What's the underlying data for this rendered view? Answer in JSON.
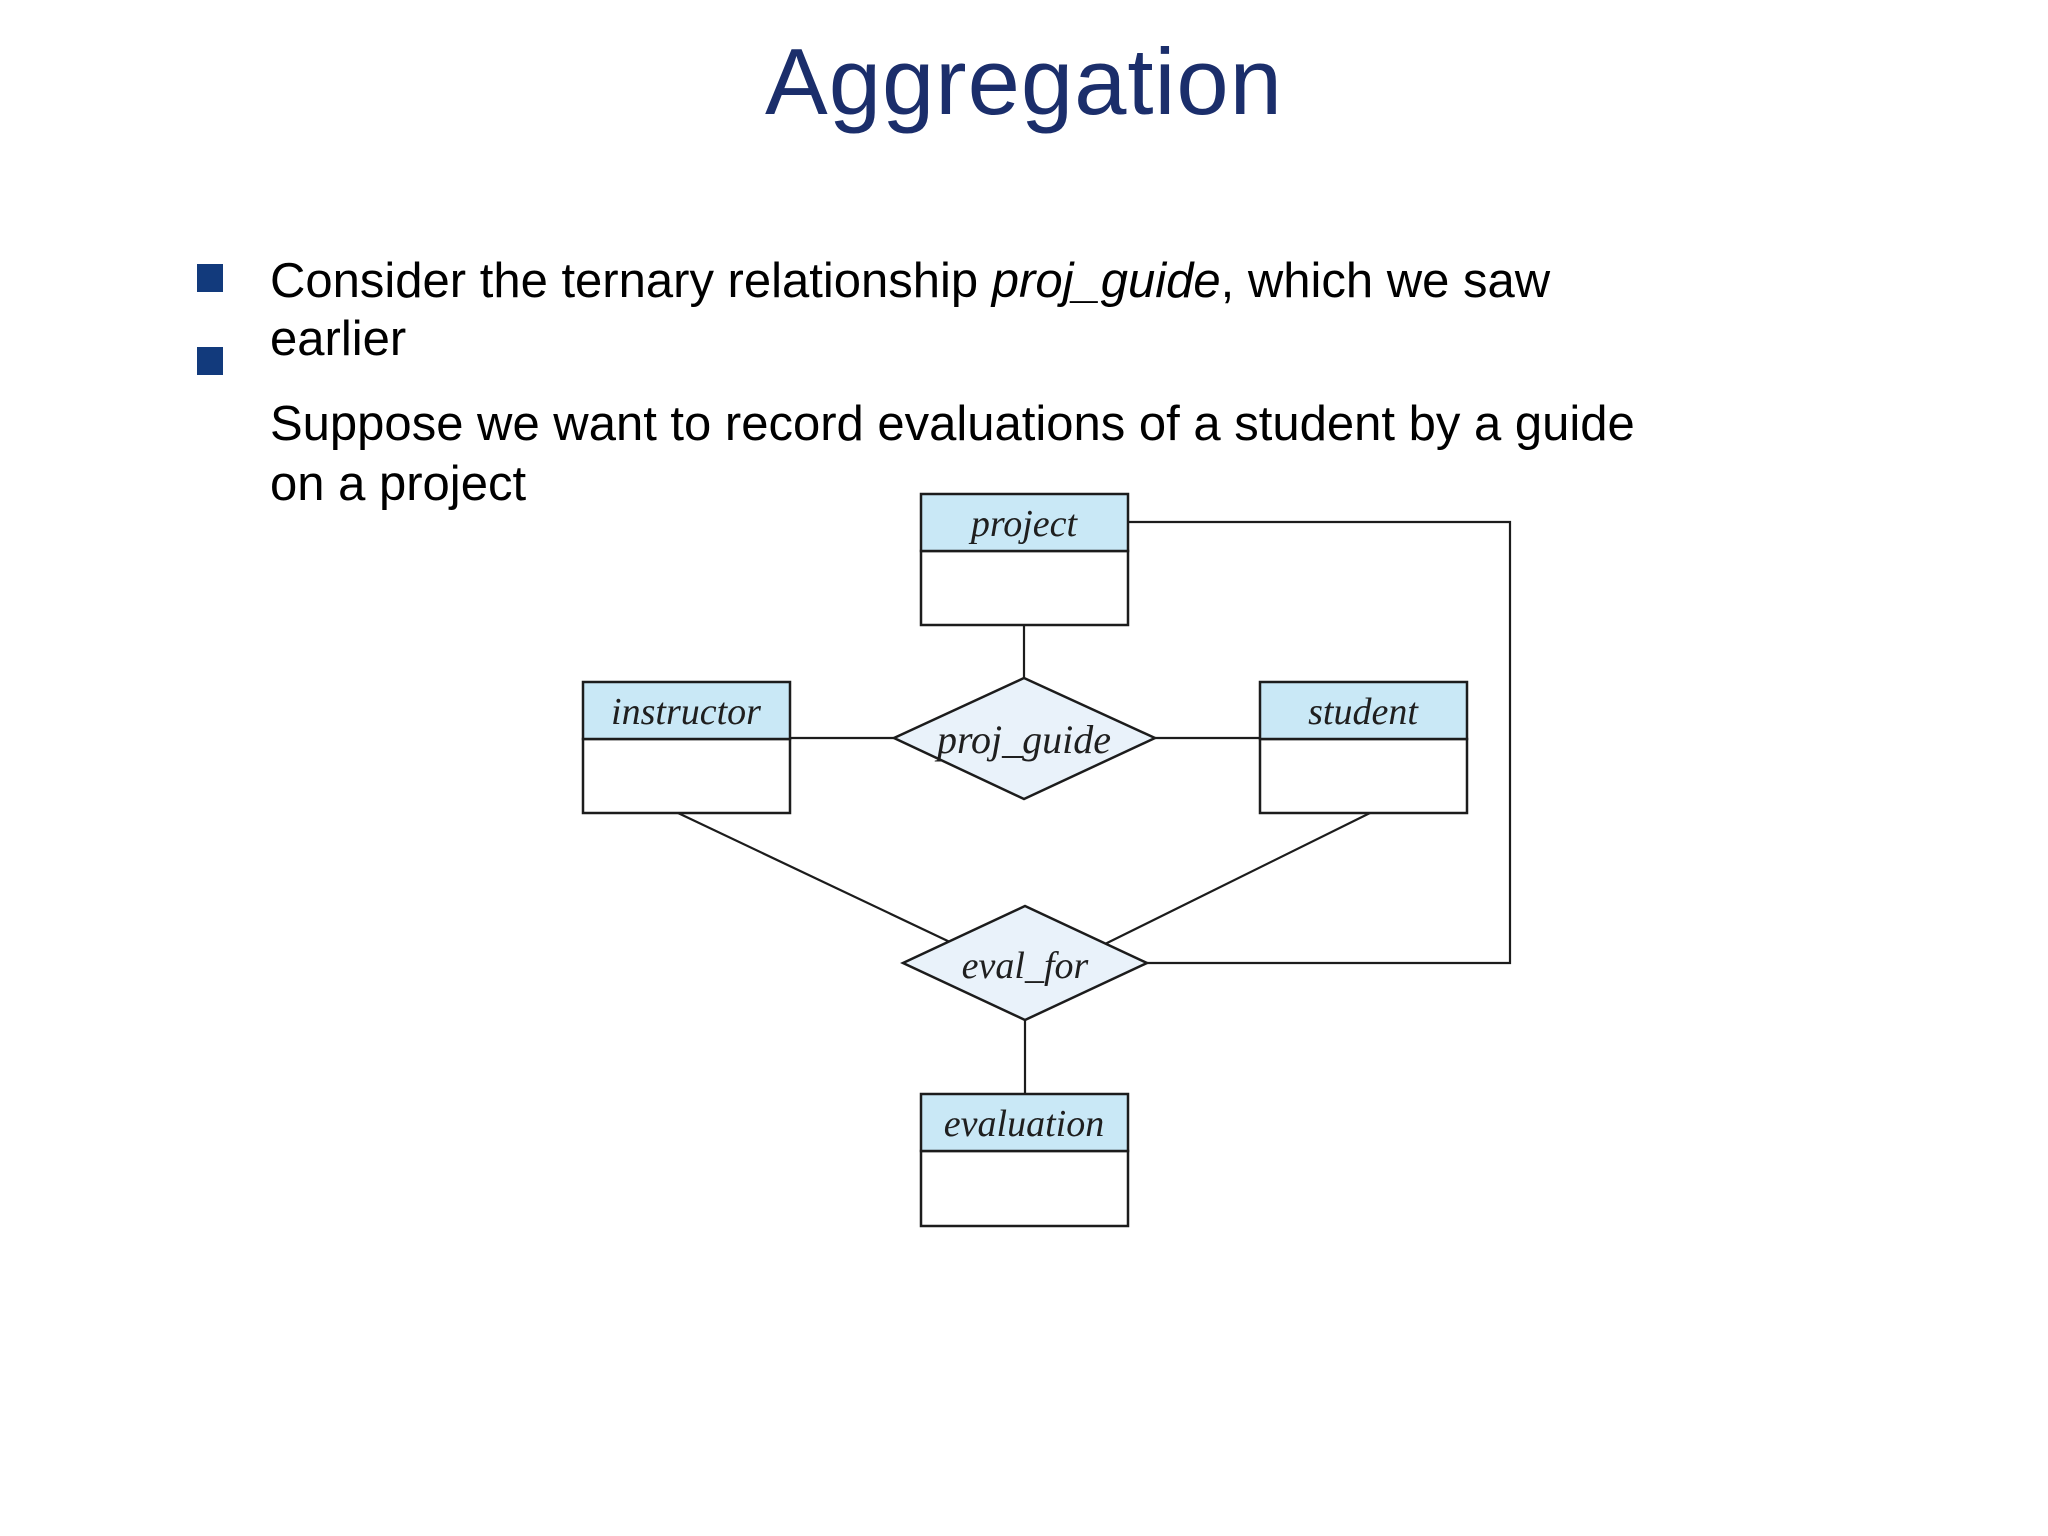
{
  "slide": {
    "title": "Aggregation",
    "bullets": {
      "b1": {
        "pre": "Consider the ternary relationship ",
        "em": "proj_guide",
        "post": ", which we saw",
        "line2": "earlier"
      },
      "b2": {
        "line1": "Suppose we want to record evaluations of a student by a guide",
        "line2": "on a project"
      }
    }
  },
  "diagram": {
    "entities": {
      "project": "project",
      "instructor": "instructor",
      "student": "student",
      "evaluation": "evaluation"
    },
    "relationships": {
      "proj_guide": "proj_guide",
      "eval_for": "eval_for"
    }
  },
  "colors": {
    "title": "#1b2e6b",
    "bullet": "#123a7c",
    "body_text": "#000000",
    "entity_header_fill": "#c9e8f6",
    "diamond_fill": "#e9f2fa",
    "border": "#1c1c1c",
    "background": "#ffffff"
  }
}
